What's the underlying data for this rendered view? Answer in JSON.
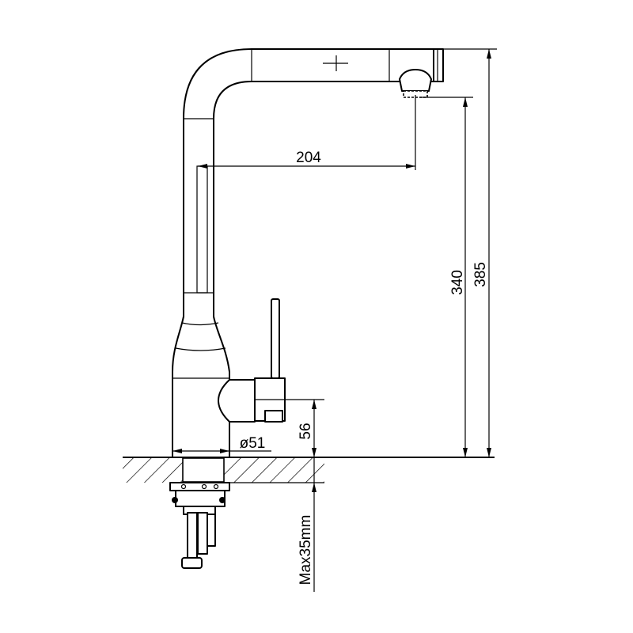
{
  "dimensions": {
    "spout_reach": "204",
    "spout_height": "340",
    "total_height": "385",
    "handle_height": "56",
    "base_diameter": "ø51",
    "max_counter_thickness": "Max35mm"
  }
}
